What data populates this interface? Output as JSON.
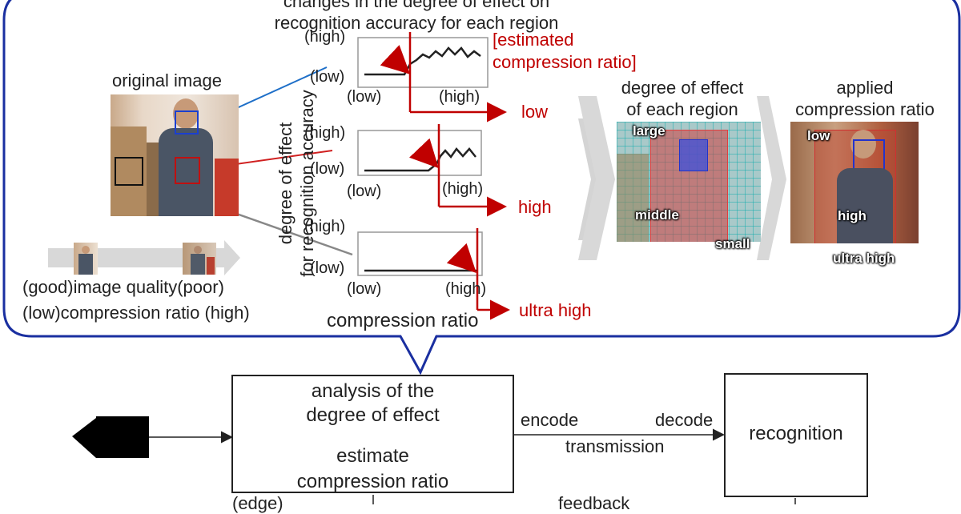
{
  "callout": {
    "chart_title_line1": "changes in the degree of effect on",
    "chart_title_line2": "recognition accuracy for each region",
    "original_image_label": "original image",
    "y_axis_label_line1": "degree of effect",
    "y_axis_label_line2": "for recognition accuracy",
    "x_axis_label": "compression ratio",
    "high": "(high)",
    "low": "(low)",
    "estimated_label_line1": "[estimated",
    "estimated_label_line2": "compression ratio]",
    "result_low": "low",
    "result_high": "high",
    "result_ultra_high": "ultra high",
    "quality_line": "(good)image quality(poor)",
    "ratio_line_low": "(low)",
    "ratio_line_mid": "compression ratio",
    "ratio_line_high": "(high)",
    "degree_title_line1": "degree of effect",
    "degree_title_line2": "of each region",
    "degree_large": "large",
    "degree_middle": "middle",
    "degree_small": "small",
    "applied_title_line1": "applied",
    "applied_title_line2": "compression ratio",
    "applied_low": "low",
    "applied_high": "high",
    "applied_ultra_high": "ultra high"
  },
  "pipeline": {
    "analysis_line1": "analysis of the",
    "analysis_line2": "degree of effect",
    "estimate_line1": "estimate",
    "estimate_line2": "compression ratio",
    "encode": "encode",
    "decode": "decode",
    "transmission": "transmission",
    "recognition": "recognition",
    "edge": "(edge)",
    "feedback": "feedback"
  },
  "colors": {
    "red": "#c00000",
    "blue": "#1a2fa0",
    "callout_border": "#1a2fa0"
  }
}
